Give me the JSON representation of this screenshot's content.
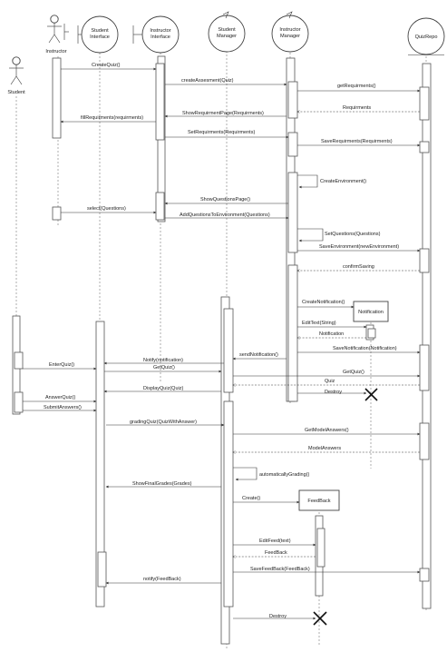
{
  "participants": [
    {
      "id": "instructor",
      "label": "Instructor",
      "kind": "actor"
    },
    {
      "id": "student",
      "label": "Student",
      "kind": "actor"
    },
    {
      "id": "student_interface",
      "label_lines": [
        "Student",
        "Interface"
      ],
      "kind": "boundary"
    },
    {
      "id": "instructor_interface",
      "label_lines": [
        "Instructor",
        "Interface"
      ],
      "kind": "boundary"
    },
    {
      "id": "student_manager",
      "label_lines": [
        "Student",
        "Manager"
      ],
      "kind": "control"
    },
    {
      "id": "instructor_manager",
      "label_lines": [
        "Instructor",
        "Manager"
      ],
      "kind": "control"
    },
    {
      "id": "quiz_repo",
      "label": "QuizRepo",
      "kind": "entity"
    }
  ],
  "created_objects": [
    {
      "id": "notification",
      "label": "Notification"
    },
    {
      "id": "feedback",
      "label": "FeedBack"
    }
  ],
  "messages": [
    {
      "label": "CreateQuiz()"
    },
    {
      "label": "createAssesment(Quiz)"
    },
    {
      "label": "getRequirments()"
    },
    {
      "label": "Requirments"
    },
    {
      "label": "ShowRequirmentPage(Requirments)"
    },
    {
      "label": "fillRequirments(requirments)"
    },
    {
      "label": "SetRequirments(Requirments)"
    },
    {
      "label": "SaveRequirments(Requirments)"
    },
    {
      "label": "CreateEnvironment()"
    },
    {
      "label": "ShowQuestionsPage()"
    },
    {
      "label": "select(Questions)"
    },
    {
      "label": "AddQuestionsToEnvironment(Questions)"
    },
    {
      "label": "SetQuestions(Questions)"
    },
    {
      "label": "SaveEnvironment(newEnvironment)"
    },
    {
      "label": "confirmSaving"
    },
    {
      "label": "CreateNotification()"
    },
    {
      "label": "EditText(String)"
    },
    {
      "label": "Notification"
    },
    {
      "label": "SaveNotification(Notification)"
    },
    {
      "label": "sendNotification()"
    },
    {
      "label": "Notify(notification)"
    },
    {
      "label": "GetQuiz()"
    },
    {
      "label": "EnterQuiz()"
    },
    {
      "label": "GetQuiz()"
    },
    {
      "label": "Quiz"
    },
    {
      "label": "Destroy"
    },
    {
      "label": "DisplayQuiz(Quiz)"
    },
    {
      "label": "AnswerQuiz()"
    },
    {
      "label": "SubmitAnswers()"
    },
    {
      "label": "gradingQuiz(QuizWithAnswer)"
    },
    {
      "label": "GetModelAnswers()"
    },
    {
      "label": "ModelAnswers"
    },
    {
      "label": "automaticallyGrading()"
    },
    {
      "label": "ShowFinalGrades(Grades)"
    },
    {
      "label": "Create()"
    },
    {
      "label": "EditFeed(text)"
    },
    {
      "label": "FeedBack"
    },
    {
      "label": "SaveFeedBack(FeedBack)"
    },
    {
      "label": "notify(FeedBack)"
    },
    {
      "label": "Destroy"
    }
  ]
}
